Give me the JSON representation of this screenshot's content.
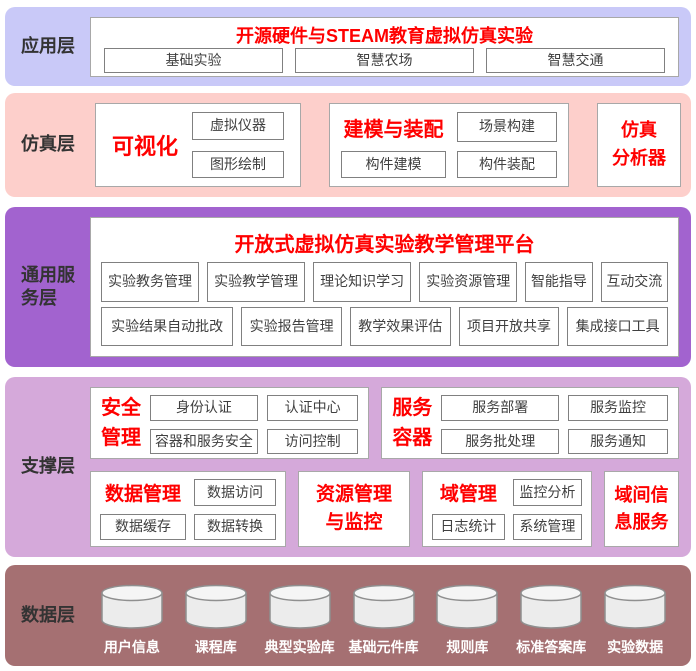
{
  "colors": {
    "application_bg": "#c9c9f8",
    "simulation_bg": "#fdcfcb",
    "service_bg": "#a263cf",
    "support_bg": "#d5a9da",
    "data_bg": "#a57072",
    "accent_red": "#ff0000",
    "box_border": "#808080",
    "label_text": "#333333"
  },
  "layers": {
    "application": {
      "label": "应用层",
      "title": "开源硬件与STEAM教育虚拟仿真实验",
      "items": [
        "基础实验",
        "智慧农场",
        "智慧交通"
      ]
    },
    "simulation": {
      "label": "仿真层",
      "visualization": {
        "title": "可视化",
        "items": [
          "虚拟仪器",
          "图形绘制"
        ]
      },
      "modeling": {
        "title": "建模与装配",
        "items": [
          "场景构建",
          "构件建模",
          "构件装配"
        ]
      },
      "analyzer": {
        "line1": "仿真",
        "line2": "分析器"
      }
    },
    "service": {
      "label_line1": "通用服",
      "label_line2": "务层",
      "title": "开放式虚拟仿真实验教学管理平台",
      "row1": [
        "实验教务管理",
        "实验教学管理",
        "理论知识学习",
        "实验资源管理",
        "智能指导",
        "互动交流"
      ],
      "row2": [
        "实验结果自动批改",
        "实验报告管理",
        "教学效果评估",
        "项目开放共享",
        "集成接口工具"
      ]
    },
    "support": {
      "label": "支撑层",
      "security": {
        "title_line1": "安全",
        "title_line2": "管理",
        "items": [
          "身份认证",
          "认证中心",
          "容器和服务安全",
          "访问控制"
        ]
      },
      "container": {
        "title_line1": "服务",
        "title_line2": "容器",
        "items": [
          "服务部署",
          "服务监控",
          "服务批处理",
          "服务通知"
        ]
      },
      "data_mgmt": {
        "title": "数据管理",
        "top_item": "数据访问",
        "items": [
          "数据缓存",
          "数据转换"
        ]
      },
      "resource": {
        "line1": "资源管理",
        "line2": "与监控"
      },
      "domain": {
        "title": "域管理",
        "top_item": "监控分析",
        "items": [
          "日志统计",
          "系统管理"
        ]
      },
      "inter_domain": {
        "line1": "域间信",
        "line2": "息服务"
      }
    },
    "data": {
      "label": "数据层",
      "databases": [
        "用户信息",
        "课程库",
        "典型实验库",
        "基础元件库",
        "规则库",
        "标准答案库",
        "实验数据"
      ]
    }
  }
}
